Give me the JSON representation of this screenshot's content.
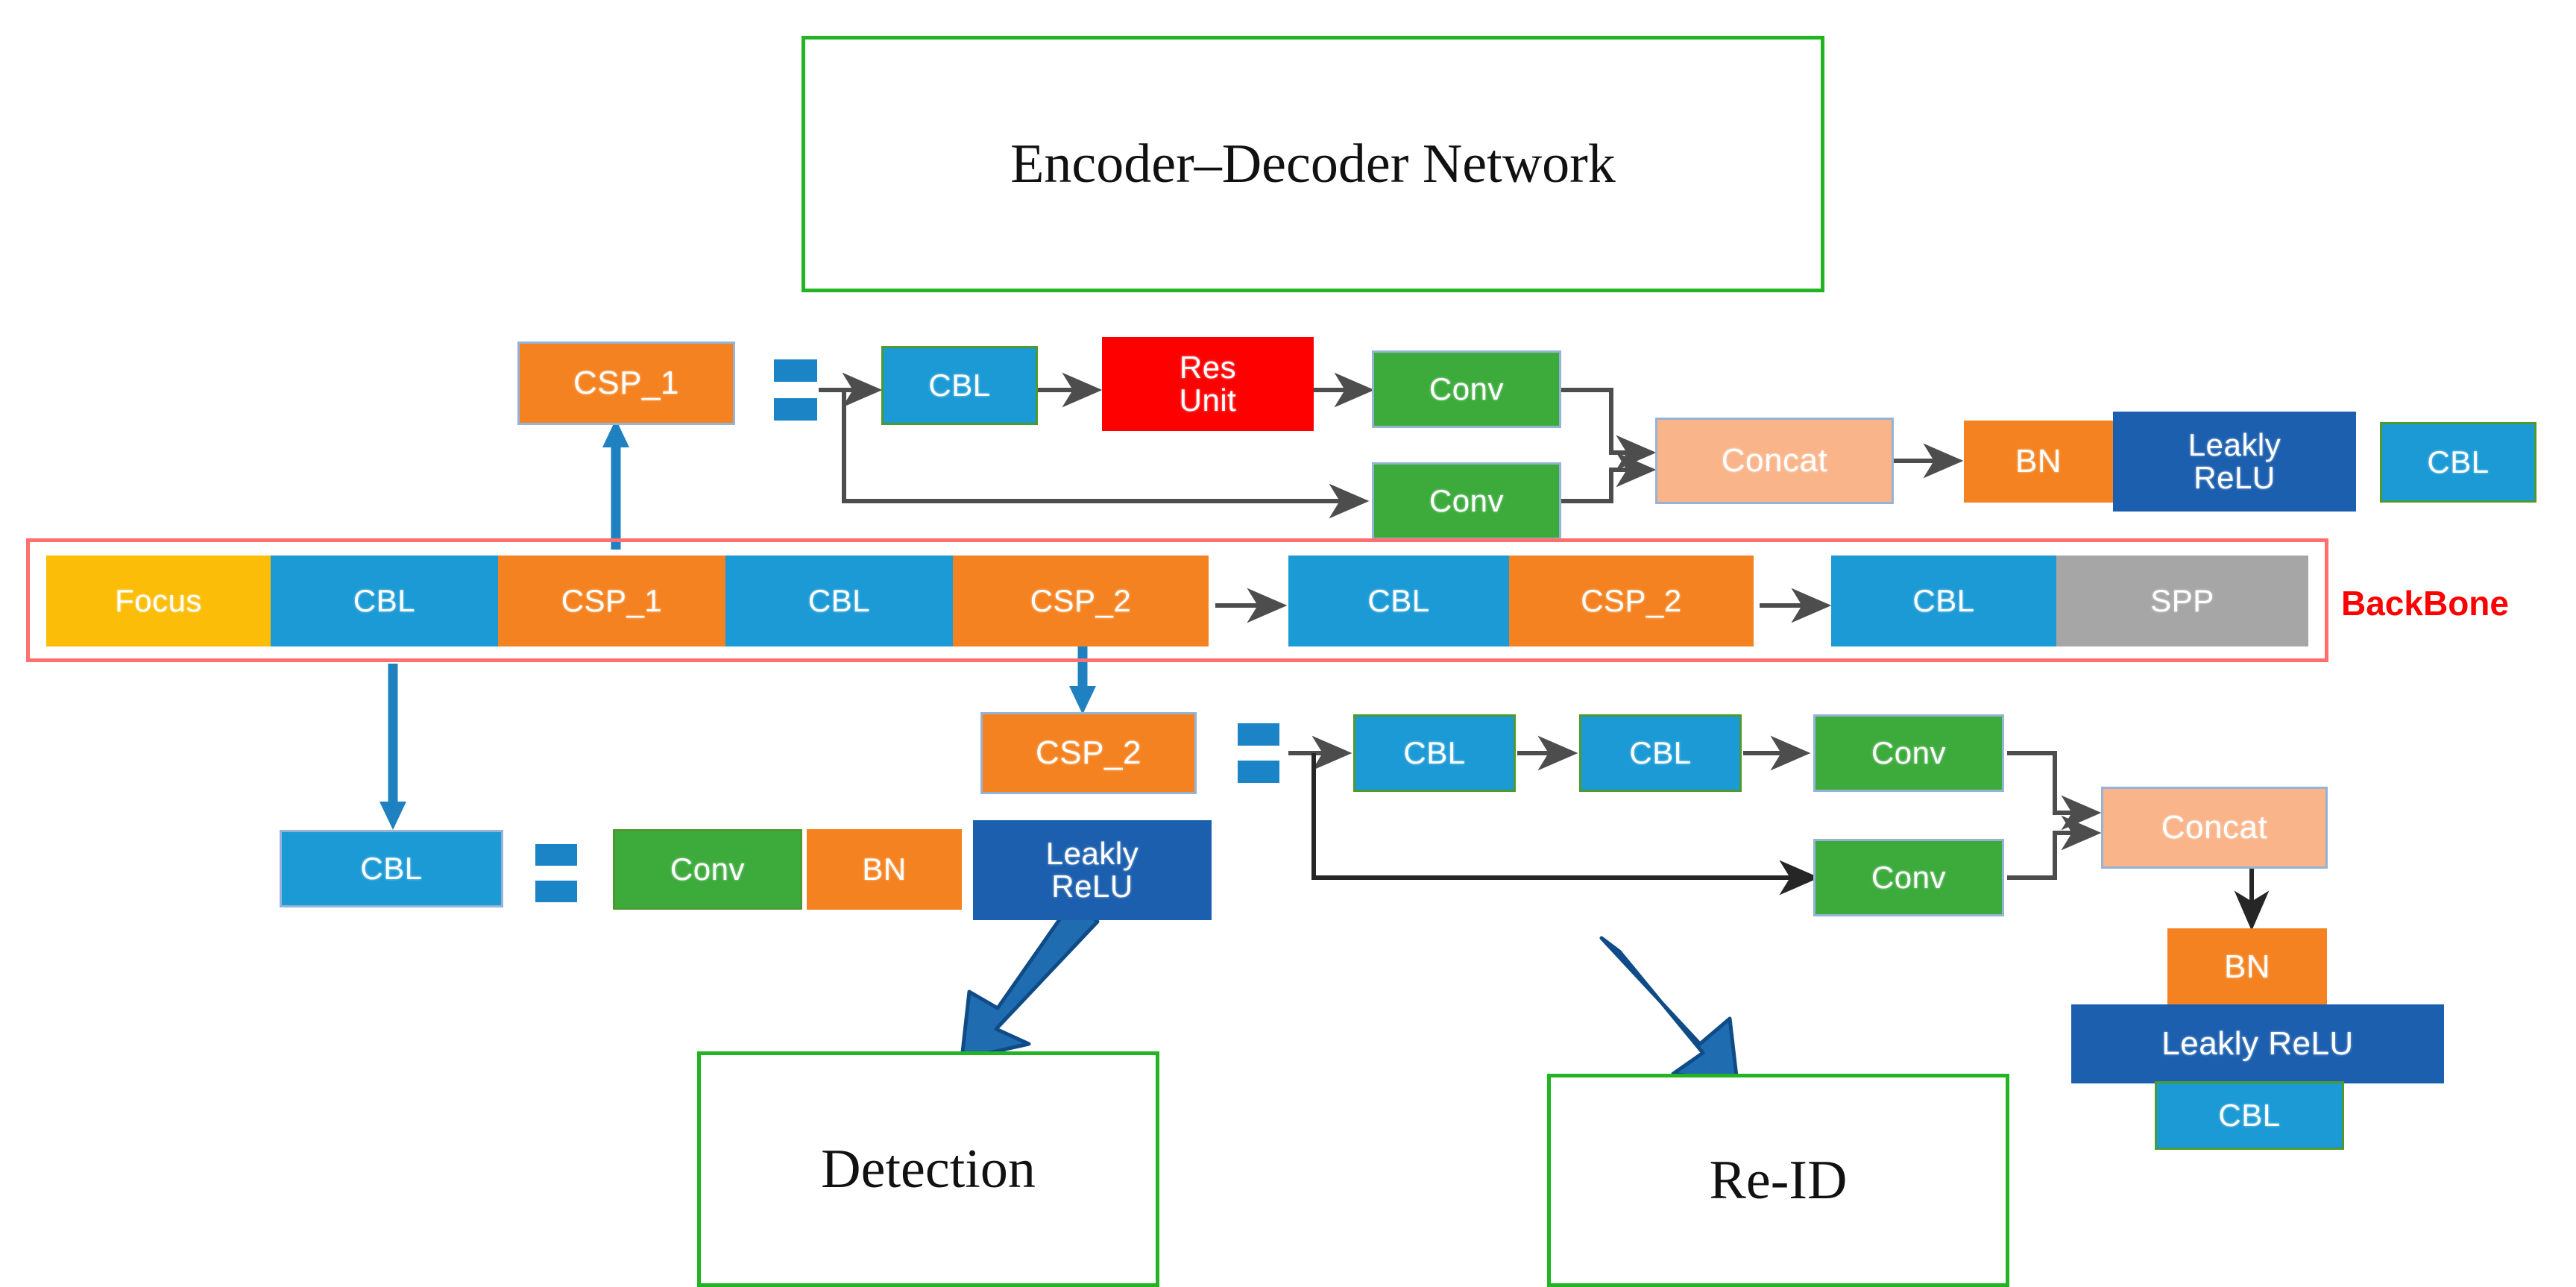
{
  "diagram": {
    "title_box": {
      "label": "Encoder–Decoder Network"
    },
    "backbone": {
      "label": "BackBone",
      "blocks": [
        {
          "label": "Focus",
          "color": "#fbbd08"
        },
        {
          "label": "CBL",
          "color": "#1b9ad6"
        },
        {
          "label": "CSP_1",
          "color": "#f58220"
        },
        {
          "label": "CBL",
          "color": "#1b9ad6"
        },
        {
          "label": "CSP_2",
          "color": "#f58220"
        },
        {
          "label": "CBL",
          "color": "#1b9ad6"
        },
        {
          "label": "CSP_2",
          "color": "#f58220"
        },
        {
          "label": "CBL",
          "color": "#1b9ad6"
        },
        {
          "label": "SPP",
          "color": "#a6a6a6"
        }
      ]
    },
    "csp1_expansion": {
      "source": {
        "label": "CSP_1",
        "color": "#f58220"
      },
      "equals": "=",
      "branch_top": [
        {
          "label": "CBL",
          "color": "#1b9ad6"
        },
        {
          "label": "Res\nUnit",
          "color": "#fe0000"
        },
        {
          "label": "Conv",
          "color": "#3cab3c"
        }
      ],
      "branch_bottom": [
        {
          "label": "Conv",
          "color": "#3cab3c"
        }
      ],
      "merge": [
        {
          "label": "Concat",
          "color": "#fab489"
        },
        {
          "label": "BN",
          "color": "#f58220"
        },
        {
          "label": "Leakly\nReLU",
          "color": "#1c5fae"
        },
        {
          "label": "CBL",
          "color": "#1b9ad6"
        }
      ]
    },
    "csp2_expansion": {
      "source": {
        "label": "CSP_2",
        "color": "#f58220"
      },
      "equals": "=",
      "branch_top": [
        {
          "label": "CBL",
          "color": "#1b9ad6"
        },
        {
          "label": "CBL",
          "color": "#1b9ad6"
        },
        {
          "label": "Conv",
          "color": "#3cab3c"
        }
      ],
      "branch_bottom": [
        {
          "label": "Conv",
          "color": "#3cab3c"
        }
      ],
      "merge": [
        {
          "label": "Concat",
          "color": "#fab489"
        },
        {
          "label": "BN",
          "color": "#f58220"
        },
        {
          "label": "Leakly ReLU",
          "color": "#1c5fae"
        },
        {
          "label": "CBL",
          "color": "#1b9ad6"
        }
      ]
    },
    "cbl_expansion": {
      "source": {
        "label": "CBL",
        "color": "#1b9ad6"
      },
      "equals": "=",
      "parts": [
        {
          "label": "Conv",
          "color": "#3cab3c"
        },
        {
          "label": "BN",
          "color": "#f58220"
        },
        {
          "label": "Leakly\nReLU",
          "color": "#1c5fae"
        }
      ]
    },
    "outputs": [
      {
        "label": "Detection"
      },
      {
        "label": "Re-ID"
      }
    ],
    "colors": {
      "orange": "#f58220",
      "light_blue": "#1b9ad6",
      "green": "#3cab3c",
      "red": "#fe0000",
      "peach": "#fab489",
      "dark_blue": "#1c5fae",
      "yellow": "#fbbd08",
      "grey": "#a6a6a6",
      "backbone_border": "#ff6f70",
      "outline_green": "#22b422",
      "arrow_blue": "#1f6cb0",
      "arrow_grey": "#595959"
    }
  }
}
